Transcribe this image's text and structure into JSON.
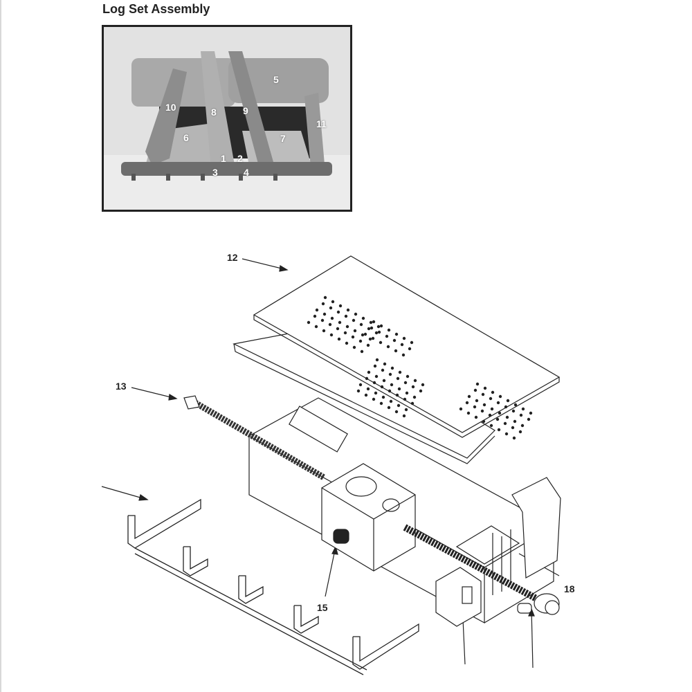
{
  "document": {
    "title": "Log Set Assembly",
    "photo_labels": [
      "1",
      "2",
      "3",
      "4",
      "5",
      "6",
      "7",
      "8",
      "9",
      "10",
      "11"
    ],
    "callouts": {
      "top_plate": "12",
      "gas_line": "13",
      "valve_knob": "15",
      "pilot_bracket": "18"
    }
  }
}
